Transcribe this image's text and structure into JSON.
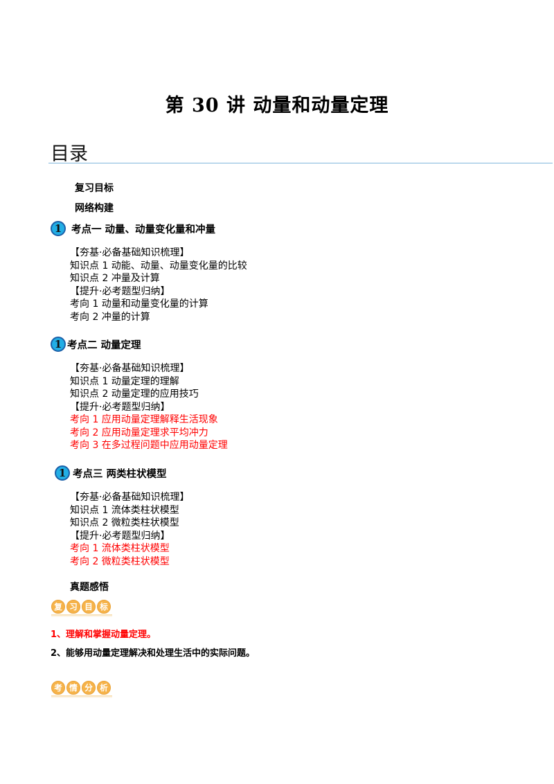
{
  "title": "第 30 讲  动量和动量定理",
  "toc": {
    "heading": "目录",
    "review_goal": "复习目标",
    "network": "网络构建",
    "sections": [
      {
        "badge": "1",
        "title": "考点一    动量、动量变化量和冲量",
        "lines": [
          {
            "text": "【夯基·必备基础知识梳理】",
            "color": "black"
          },
          {
            "text": "知识点 1  动能、动量、动量变化量的比较",
            "color": "black"
          },
          {
            "text": "知识点 2  冲量及计算",
            "color": "black"
          },
          {
            "text": "【提升·必考题型归纳】",
            "color": "black"
          },
          {
            "text": "考向 1  动量和动量变化量的计算",
            "color": "black"
          },
          {
            "text": "考向 2  冲量的计算",
            "color": "black"
          }
        ]
      },
      {
        "badge": "1",
        "title": "考点二    动量定理",
        "lines": [
          {
            "text": "【夯基·必备基础知识梳理】",
            "color": "black"
          },
          {
            "text": "知识点 1  动量定理的理解",
            "color": "black"
          },
          {
            "text": "知识点 2  动量定理的应用技巧",
            "color": "black"
          },
          {
            "text": "【提升·必考题型归纳】",
            "color": "black"
          },
          {
            "text": "考向 1  应用动量定理解释生活现象",
            "color": "red"
          },
          {
            "text": "考向 2  应用动量定理求平均冲力",
            "color": "red"
          },
          {
            "text": "考向 3  在多过程问题中应用动量定理",
            "color": "red"
          }
        ]
      },
      {
        "badge": "1",
        "title": "考点三    两类柱状模型",
        "lines": [
          {
            "text": "【夯基·必备基础知识梳理】",
            "color": "black"
          },
          {
            "text": "知识点 1  流体类柱状模型",
            "color": "black"
          },
          {
            "text": "知识点 2  微粒类柱状模型",
            "color": "black"
          },
          {
            "text": "【提升·必考题型归纳】",
            "color": "black"
          },
          {
            "text": "考向 1  流体类柱状模型",
            "color": "red"
          },
          {
            "text": "考向 2  微粒类柱状模型",
            "color": "red"
          }
        ]
      }
    ],
    "real_exam": "真题感悟"
  },
  "badges": {
    "review_goal": [
      "复",
      "习",
      "目",
      "标"
    ],
    "exam_analysis": [
      "考",
      "情",
      "分",
      "析"
    ]
  },
  "goals": [
    {
      "text": "1、理解和掌握动量定理。",
      "color": "red"
    },
    {
      "text": "2、能够用动量定理解决和处理生活中的实际问题。",
      "color": "black"
    }
  ],
  "colors": {
    "accent_red": "#ff0000",
    "badge_blue": "#22aee5",
    "badge_orange": "#f6b34a",
    "rule": "#7fb6dd"
  }
}
